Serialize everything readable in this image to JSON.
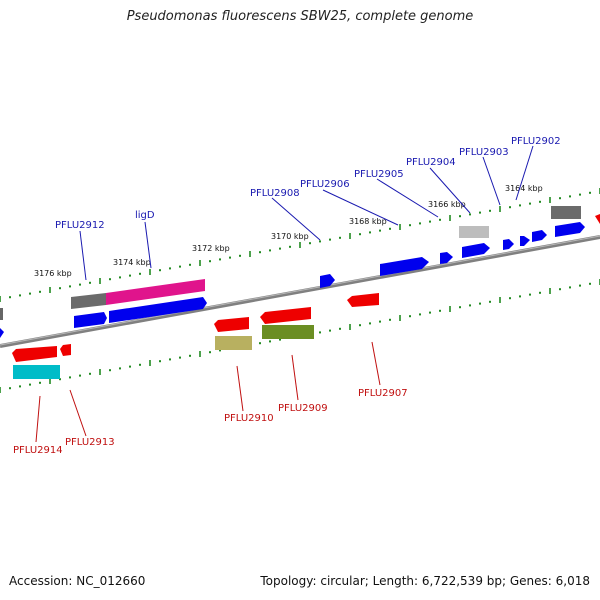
{
  "title": "Pseudomonas fluorescens SBW25, complete genome",
  "footer": {
    "accession": "Accession: NC_012660",
    "summary": "Topology: circular; Length: 6,722,539 bp; Genes: 6,018"
  },
  "colors": {
    "forward_label": "#1a1ab0",
    "reverse_label": "#c01010",
    "tick": "#228b22",
    "backbone": "#808080"
  },
  "kbp_labels": [
    "3176 kbp",
    "3174 kbp",
    "3172 kbp",
    "3170 kbp",
    "3168 kbp",
    "3166 kbp",
    "3164 kbp"
  ],
  "forward_gene_labels": [
    "PFLU2912",
    "ligD",
    "PFLU2908",
    "PFLU2906",
    "PFLU2905",
    "PFLU2904",
    "PFLU2903",
    "PFLU2902"
  ],
  "reverse_gene_labels": [
    "PFLU2914",
    "PFLU2913",
    "PFLU2910",
    "PFLU2909",
    "PFLU2907"
  ]
}
